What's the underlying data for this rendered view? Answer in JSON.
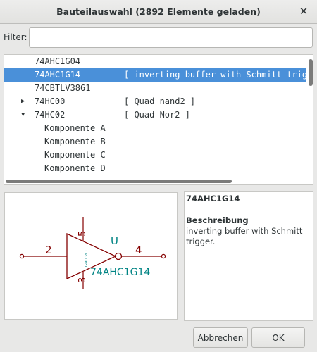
{
  "window": {
    "title": "Bauteilauswahl (2892 Elemente geladen)",
    "close_glyph": "✕"
  },
  "filter": {
    "label": "Filter:",
    "value": "",
    "placeholder": ""
  },
  "tree": {
    "rows": [
      {
        "name": "74AHC1G04",
        "desc": ""
      },
      {
        "name": "74AHC1G14",
        "desc": "[ inverting buffer with Schmitt trigger ]",
        "selected": true
      },
      {
        "name": "74CBTLV3861",
        "desc": ""
      },
      {
        "name": "74HC00",
        "desc": "[ Quad nand2 ]",
        "expander": "collapsed"
      },
      {
        "name": "74HC02",
        "desc": "[ Quad Nor2 ]",
        "expander": "expanded"
      },
      {
        "name": "Komponente A",
        "desc": ""
      },
      {
        "name": "Komponente B",
        "desc": ""
      },
      {
        "name": "Komponente C",
        "desc": ""
      },
      {
        "name": "Komponente D",
        "desc": ""
      }
    ]
  },
  "preview": {
    "ref": "U",
    "value": "74AHC1G14",
    "pin_in": "2",
    "pin_out": "4",
    "pin_top": "5",
    "pin_bottom": "3",
    "power_label": "GND VCC"
  },
  "info": {
    "part_name": "74AHC1G14",
    "description_heading": "Beschreibung",
    "description_text": "inverting buffer with Schmitt trigger."
  },
  "buttons": {
    "cancel_label": "Abbrechen",
    "ok_label": "OK"
  },
  "colors": {
    "selection": "#4a90d9",
    "symbol_body": "#840000",
    "symbol_text": "#008484"
  }
}
